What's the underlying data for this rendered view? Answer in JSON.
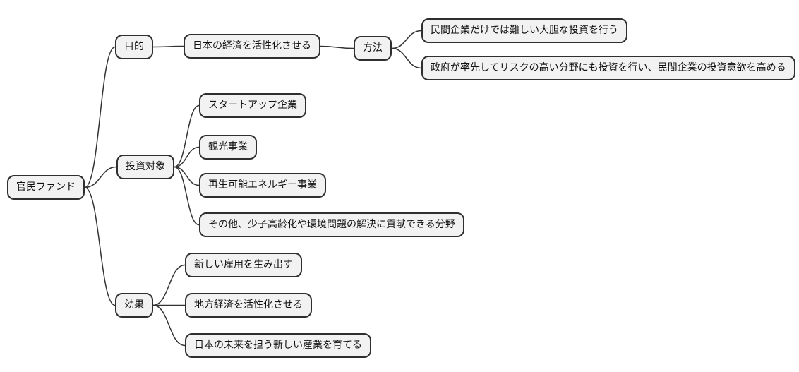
{
  "mindmap": {
    "root": {
      "label": "官民ファンド"
    },
    "branches": [
      {
        "label": "目的",
        "children": [
          {
            "label": "日本の経済を活性化させる",
            "children": [
              {
                "label": "方法",
                "children": [
                  {
                    "label": "民間企業だけでは難しい大胆な投資を行う"
                  },
                  {
                    "label": "政府が率先してリスクの高い分野にも投資を行い、民間企業の投資意欲を高める"
                  }
                ]
              }
            ]
          }
        ]
      },
      {
        "label": "投資対象",
        "children": [
          {
            "label": "スタートアップ企業"
          },
          {
            "label": "観光事業"
          },
          {
            "label": "再生可能エネルギー事業"
          },
          {
            "label": "その他、少子高齢化や環境問題の解決に貢献できる分野"
          }
        ]
      },
      {
        "label": "効果",
        "children": [
          {
            "label": "新しい雇用を生み出す"
          },
          {
            "label": "地方経済を活性化させる"
          },
          {
            "label": "日本の未来を担う新しい産業を育てる"
          }
        ]
      }
    ]
  },
  "colors": {
    "background": "#ffffff",
    "node_fill": "#f2f2f2",
    "node_border": "#2f2f2f",
    "edge": "#333333",
    "text": "#111111"
  }
}
